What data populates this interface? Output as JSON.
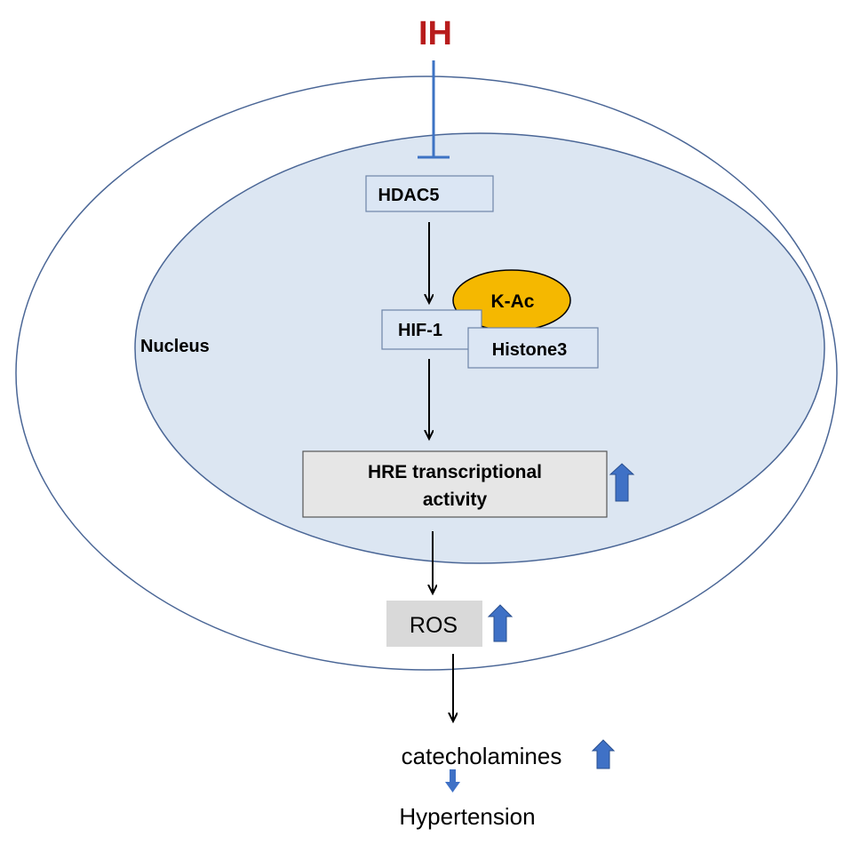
{
  "diagram": {
    "stimulus": "IH",
    "compartment_label": "Nucleus",
    "nodes": {
      "hdac5": "HDAC5",
      "kac": "K-Ac",
      "hif1": "HIF-1",
      "histone3": "Histone3",
      "hre_line1": "HRE transcriptional",
      "hre_line2": "activity",
      "ros": "ROS",
      "catecholamines": "catecholamines",
      "hypertension": "Hypertension"
    }
  },
  "colors": {
    "stimulus_text": "#b81c1c",
    "inhibition_line": "#3d73c4",
    "up_arrow": "#3f71c6",
    "cell_outline": "#4a6696",
    "nucleus_fill": "#dce6f2",
    "box_fill": "#dbe6f4",
    "box_border": "#6d84a8",
    "hre_fill": "#e6e6e6",
    "ros_fill": "#d9d9d9",
    "kac_fill": "#f5b800",
    "arrow": "#000000"
  }
}
